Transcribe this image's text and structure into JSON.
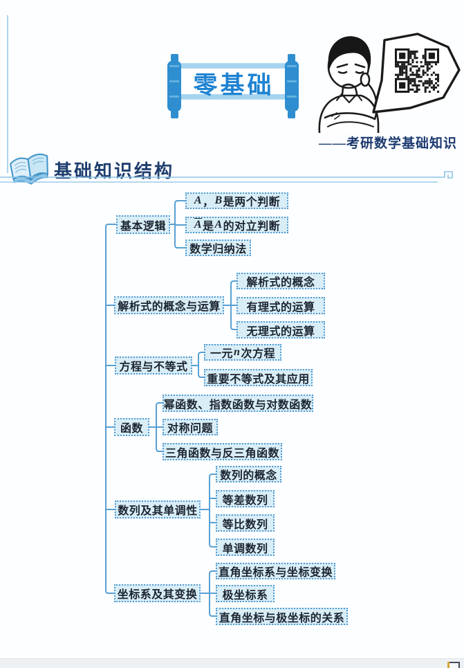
{
  "banner": {
    "text": "零基础"
  },
  "header": {
    "tagline": "——考研数学基础知识",
    "section_title": "基础知识结构"
  },
  "tree": {
    "branches": [
      {
        "label": "基本逻辑",
        "children": [
          {
            "text": "A，B是两个判断",
            "segments": [
              {
                "t": "A",
                "i": true
              },
              {
                "t": "，"
              },
              {
                "t": "B",
                "i": true
              },
              {
                "t": "是两个判断"
              }
            ]
          },
          {
            "text": "A̅是A的对立判断",
            "segments": [
              {
                "t": "A",
                "i": true,
                "o": true
              },
              {
                "t": "是"
              },
              {
                "t": "A",
                "i": true
              },
              {
                "t": "的对立判断"
              }
            ]
          },
          {
            "text": "数学归纳法"
          }
        ]
      },
      {
        "label": "解析式的概念与运算",
        "children": [
          {
            "text": "解析式的概念"
          },
          {
            "text": "有理式的运算"
          },
          {
            "text": "无理式的运算"
          }
        ]
      },
      {
        "label": "方程与不等式",
        "children": [
          {
            "text": "一元n次方程",
            "segments": [
              {
                "t": "一元"
              },
              {
                "t": "n",
                "i": true
              },
              {
                "t": "次方程"
              }
            ]
          },
          {
            "text": "重要不等式及其应用"
          }
        ]
      },
      {
        "label": "函数",
        "children": [
          {
            "text": "幂函数、指数函数与对数函数"
          },
          {
            "text": "对称问题"
          },
          {
            "text": "三角函数与反三角函数"
          }
        ]
      },
      {
        "label": "数列及其单调性",
        "children": [
          {
            "text": "数列的概念"
          },
          {
            "text": "等差数列"
          },
          {
            "text": "等比数列"
          },
          {
            "text": "单调数列"
          }
        ]
      },
      {
        "label": "坐标系及其变换",
        "children": [
          {
            "text": "直角坐标系与坐标变换"
          },
          {
            "text": "极坐标系"
          },
          {
            "text": "直角坐标与极坐标的关系"
          }
        ]
      }
    ]
  },
  "icons": {
    "book": "open-book-icon",
    "qr": "qr-code",
    "person": "thinking-student-illustration",
    "corner": "page-corner-icon"
  },
  "colors": {
    "box_fill": "#d9edf6",
    "box_border": "#4f9bd3",
    "connector": "#57a0d4",
    "banner_blue": "#1f83d2",
    "roller_blue": "#2e8ecf",
    "heading_navy": "#1e3e6e"
  }
}
